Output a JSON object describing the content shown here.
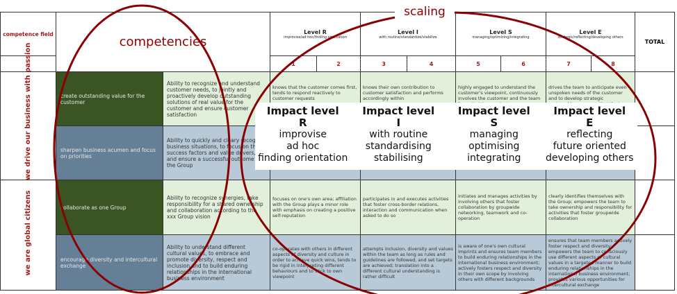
{
  "header": {
    "competence_field": "competence field",
    "competencies": "competencies",
    "scaling": "scaling",
    "total": "TOTAL",
    "levels": [
      {
        "name": "Level R",
        "sub": "improvise/ad hoc/finding orientation"
      },
      {
        "name": "Level I",
        "sub": "with routine/standardize/stabilize"
      },
      {
        "name": "Level S",
        "sub": "managing/optimizing/integrating"
      },
      {
        "name": "Level E",
        "sub": "strategic/reflecting/developing  others"
      }
    ],
    "numbers": [
      "1",
      "2",
      "3",
      "4",
      "5",
      "6",
      "7",
      "8"
    ]
  },
  "fields": [
    "we drive our business with passion",
    "we are global citizens"
  ],
  "rows": [
    {
      "competency": "create outstanding value for the customer",
      "description": "Ability to recognize and understand customer needs, to jointly and proactively develop outstanding solutions of real value for the customer and ensure customer satisfaction",
      "levels": [
        "knows that the customer comes first, tends to respond reactively to customer requests",
        "knows their own contribution to customer satisfaction and performs accordingly within",
        "highly engaged to understand the customer's viewpoint, continuously involves the customer and the team for optimizing products, processes, and",
        "drives the team to anticipate even unspoken needs of the customer and to develop strategic partnerships; ensures that the team is self-directed in developing"
      ]
    },
    {
      "competency": "sharpen business acumen and focus on priorities",
      "description": "Ability to quickly and cleary recognize business situations, to focus on the success factors and value drivers, and ensure a successful outcome for the Group",
      "levels": [
        "",
        "",
        "",
        ""
      ]
    },
    {
      "competency": "collaborate as one Group",
      "description": "Ability to recognize synergies, take responsibility for a shared ownership and collaboration according to the xxx Group vision",
      "levels": [
        "focuses on one's own area; affiliation with the Group plays a minor role with emphasis on creating a positive self-reputation",
        "participates in and executes activities that foster cross-border relations, interaction and communication when asked to do so",
        "initiates and manages activities by involving others that foster collaboration by groupwide networking, teamwork and co-operation",
        "clearly identifies themselves with the Group; empowers the team to take ownership and responsibility for activities that foster groupwide collaboration"
      ]
    },
    {
      "competency": "encourage diversity and intercultural exchange",
      "description": "Ability to understand different cultural values, to embrace and promote diversity, respect and inclusion and to build enduring relationships in the international business environment",
      "levels": [
        "co-operates with others in different aspects of diversity and culture in order to achieve quick wins, tends to be rigid in interpreting different behaviours and to stick to own viewpoint",
        "attempts inclusion, diversity and values within the team as long as rules and guidelines are followed, and set targets are achieved; translation into a different cultural understanding is rather difficult",
        "is aware of one's own cultural imprints and ensures team members to build enduring relationships in the international business environment; actively fosters respect and diversity in their own scope by involving others with different backgrounds",
        "ensures that team members actively foster respect and diversity; empowers the team to consciously use different aspects of cultural values in a targeted manner to build enduring relationships in the international business environment; provides various opportunities for intercultural exchange"
      ]
    }
  ],
  "impact": [
    {
      "title": "Impact level",
      "letter": "R",
      "lines": [
        "improvise",
        "ad hoc",
        "finding orientation"
      ]
    },
    {
      "title": "Impact level",
      "letter": "I",
      "lines": [
        "with routine",
        "standardising",
        "stabilising"
      ]
    },
    {
      "title": "Impact level",
      "letter": "S",
      "lines": [
        "managing",
        "optimising",
        "integrating"
      ]
    },
    {
      "title": "Impact level",
      "letter": "E",
      "lines": [
        "reflecting",
        "future oriented",
        "developing others"
      ]
    }
  ],
  "colors": {
    "annotation": "#8b0000",
    "dark_green": "#3a5424",
    "slate_blue": "#657f96",
    "light_green": "#e2efda",
    "light_blue": "#b8c9d7"
  }
}
